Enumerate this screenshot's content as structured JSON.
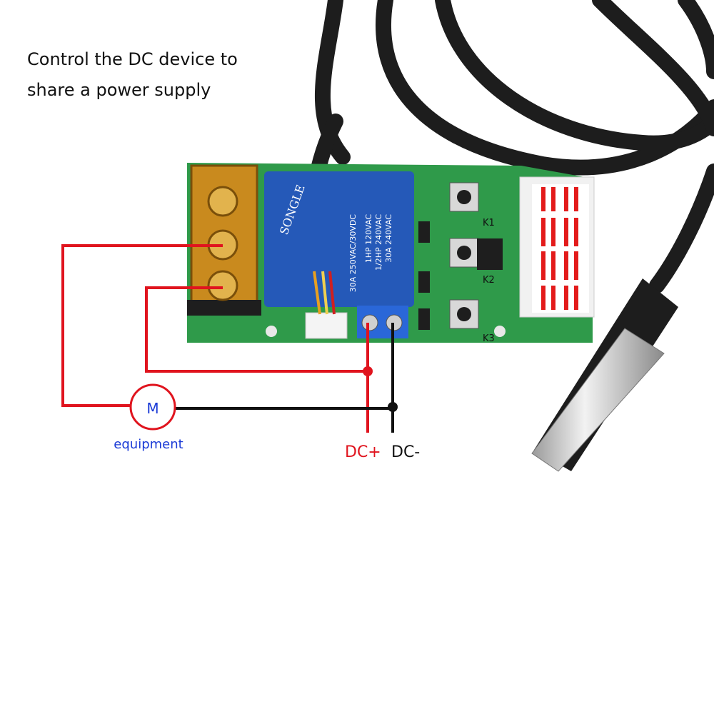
{
  "caption": {
    "line1": "Control the DC device to",
    "line2": "share a power supply"
  },
  "equipment": {
    "symbol": "M",
    "label": "equipment"
  },
  "terminals": {
    "positive": "DC+",
    "negative": "DC-"
  },
  "relay": {
    "brand": "SONGLE",
    "rating_1": "30A  250VAC/30VDC",
    "rating_2": "1HP 120VAC",
    "rating_3": "1/2HP 240VAC",
    "rating_4": "30A 240VAC"
  },
  "buttons": {
    "k1": "K1",
    "k2": "K2",
    "k3": "K3"
  },
  "colors": {
    "wire_positive": "#e0141e",
    "wire_negative": "#111111",
    "equipment_label": "#1a3ad6",
    "pcb": "#2f9a4a",
    "relay": "#2559b8",
    "terminal_block": "#c98a1e",
    "display_segment": "#e31b1b"
  }
}
